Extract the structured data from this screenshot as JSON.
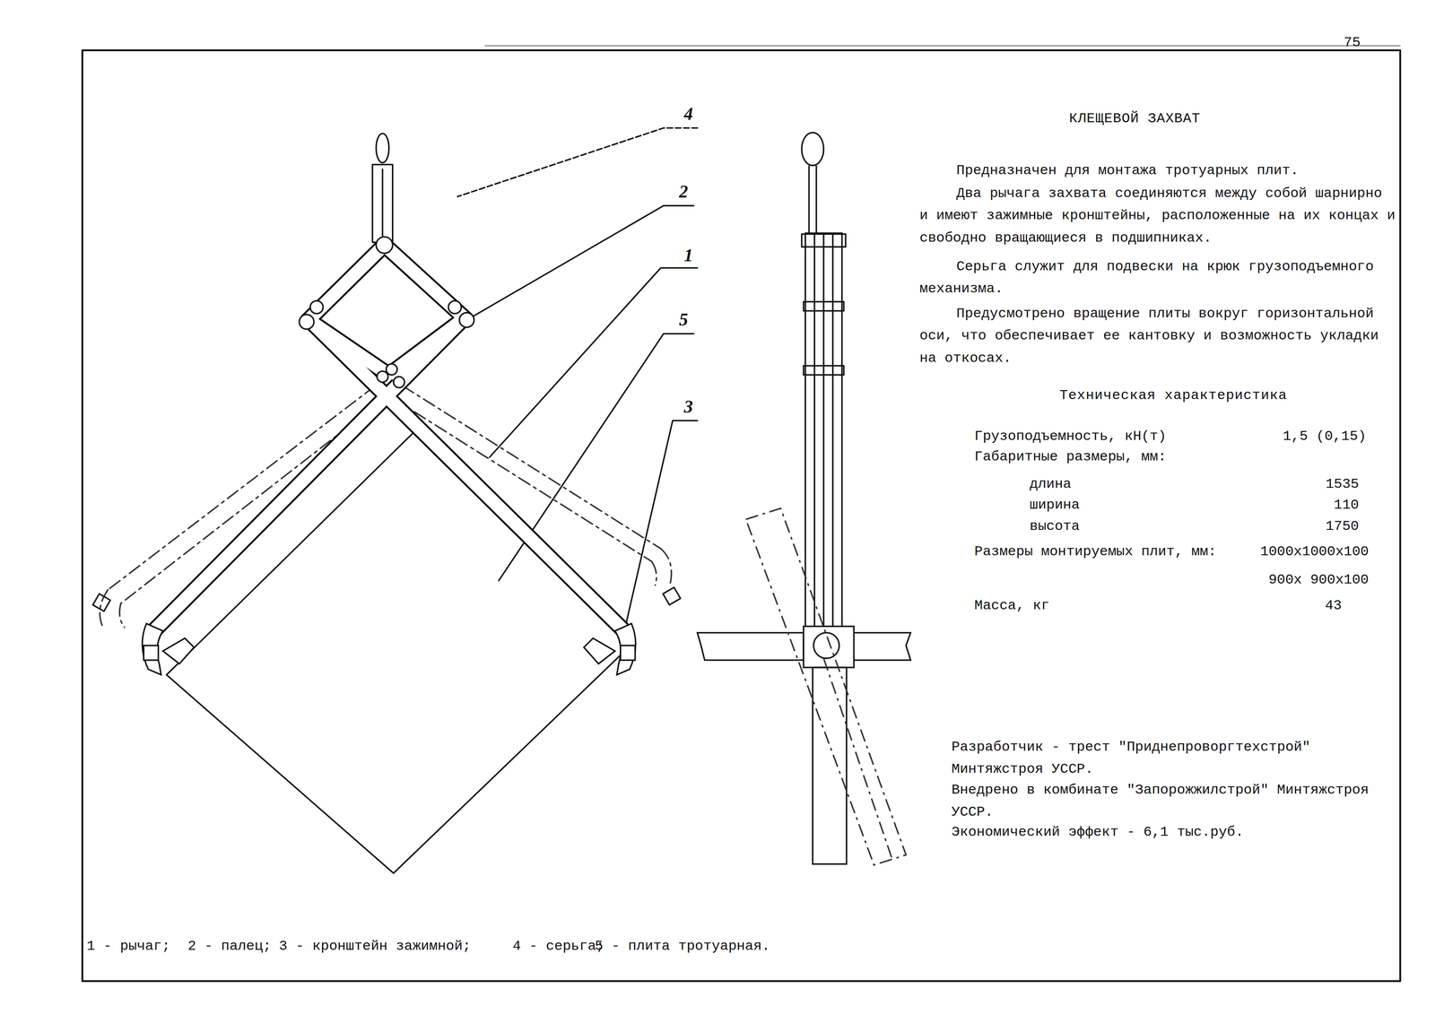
{
  "diagram": {
    "title": "КЛЕЩЕВОЙ ЗАХВАТ",
    "labels": [
      "75",
      "4",
      "2",
      "1",
      "5",
      "3",
      "Предназначен для монтажа тротуарных плит.",
      "Два рычага захвата соединяются между собой шарнирно и имеют зажимные кронштейны, расположенные на их концах и свободно вращающиеся в подшипниках.",
      "Серьга служит для подвески на крюк грузоподъемного механизма.",
      "Предусмотрено вращение плиты вокруг горизонтальной оси, что обеспечивает ее кантовку и возможность укладки на откосах.",
      "Техническая характеристика",
      "Грузоподъемность, кН(т)",
      "1,5 (0,15)",
      "Габаритные размеры, мм:",
      "длина",
      "1535",
      "ширина",
      "110",
      "высота",
      "1750",
      "Размеры монтируемых плит, мм:",
      "1000х1000х100",
      "900х 900х100",
      "Масса, кг",
      "43",
      "Разработчик - трест \"Приднепроворгтехстрой\" Минтяжстроя УССР.",
      "Внедрено в комбинате \"Запорожжилстрой\" Минтяжстроя УССР.",
      "Экономический эффект - 6,1 тыс.руб.",
      "1 - рычаг;",
      "2 - палец;",
      "3 - кронштейн зажимной;",
      "4 - серьга;",
      "5 - плита тротуарная."
    ]
  }
}
